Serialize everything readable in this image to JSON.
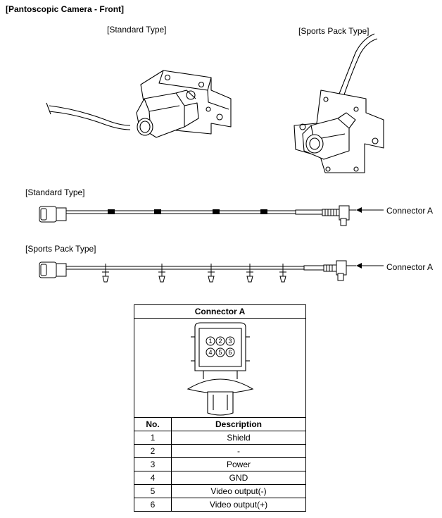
{
  "title": "[Pantoscopic Camera - Front]",
  "top_labels": {
    "standard": "[Standard Type]",
    "sports": "[Sports Pack Type]"
  },
  "harness_labels": {
    "standard": "[Standard Type]",
    "sports": "[Sports Pack Type]"
  },
  "connector_callouts": [
    "Connector A",
    "Connector A"
  ],
  "connector_table": {
    "header": "Connector A",
    "pin_numbers": [
      "1",
      "2",
      "3",
      "4",
      "5",
      "6"
    ],
    "col_no": "No.",
    "col_desc": "Description",
    "rows": [
      {
        "no": "1",
        "desc": "Shield"
      },
      {
        "no": "2",
        "desc": "-"
      },
      {
        "no": "3",
        "desc": "Power"
      },
      {
        "no": "4",
        "desc": "GND"
      },
      {
        "no": "5",
        "desc": "Video output(-)"
      },
      {
        "no": "6",
        "desc": "Video output(+)"
      }
    ]
  }
}
